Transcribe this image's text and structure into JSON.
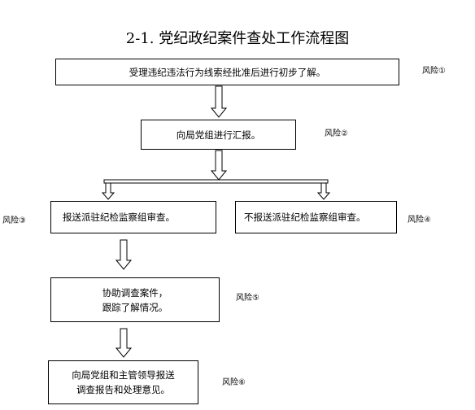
{
  "title": "2-1. 党纪政纪案件查处工作流程图",
  "nodes": {
    "accept": {
      "text": "受理违纪违法行为线索经批准后进行初步了解。"
    },
    "report": {
      "text": "向局党组进行汇报。"
    },
    "send_group": {
      "text": "报送派驻纪检监察组审查。"
    },
    "no_send": {
      "text": "不报送派驻纪检监察组审查。"
    },
    "assist": {
      "line1": "协助调查案件，",
      "line2": "跟踪了解情况。"
    },
    "final": {
      "line1": "向局党组和主管领导报送",
      "line2": "调查报告和处理意见。"
    }
  },
  "risks": {
    "r1": "风险①",
    "r2": "风险②",
    "r3": "风险③",
    "r4": "风险④",
    "r5": "风险⑤",
    "r6": "风险⑥"
  },
  "colors": {
    "stroke": "#000000",
    "background": "#ffffff"
  }
}
